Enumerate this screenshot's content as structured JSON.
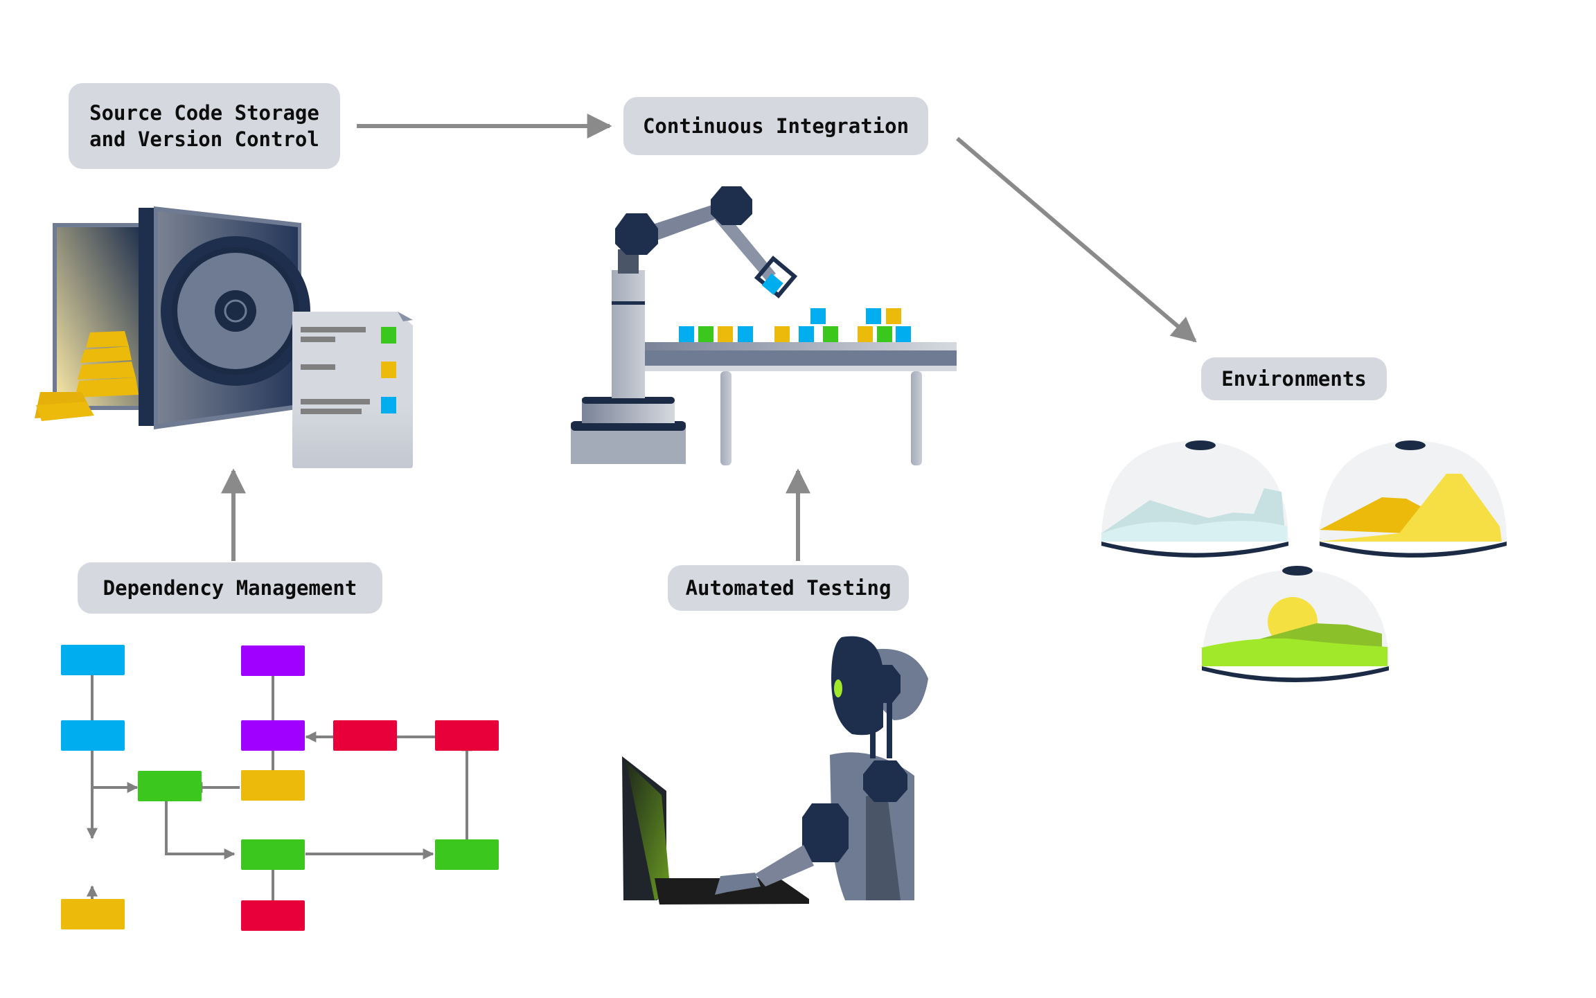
{
  "labels": {
    "source_control": "Source Code Storage\nand Version Control",
    "continuous_integration": "Continuous Integration",
    "environments": "Environments",
    "dependency_management": "Dependency Management",
    "automated_testing": "Automated Testing"
  },
  "colors": {
    "label_bg": "#d5d9df",
    "arrow": "#8a8a8a",
    "navy": "#1e2f4d",
    "steel": "#6f7b92",
    "blue": "#00adee",
    "green": "#3cc71f",
    "yellow": "#ebba0b",
    "purple": "#a000ff",
    "red": "#e8003a"
  },
  "flow": [
    {
      "from": "source_control",
      "to": "continuous_integration"
    },
    {
      "from": "continuous_integration",
      "to": "environments"
    },
    {
      "from": "dependency_management",
      "to": "source_control"
    },
    {
      "from": "automated_testing",
      "to": "continuous_integration"
    }
  ],
  "dependency_graph": {
    "nodes": [
      {
        "id": "n1",
        "color": "blue"
      },
      {
        "id": "n2",
        "color": "blue"
      },
      {
        "id": "n3",
        "color": "purple"
      },
      {
        "id": "n4",
        "color": "purple"
      },
      {
        "id": "n5",
        "color": "red"
      },
      {
        "id": "n6",
        "color": "red"
      },
      {
        "id": "n7",
        "color": "green"
      },
      {
        "id": "n8",
        "color": "yellow"
      },
      {
        "id": "n9",
        "color": "green"
      },
      {
        "id": "n10",
        "color": "green"
      },
      {
        "id": "n11",
        "color": "yellow"
      },
      {
        "id": "n12",
        "color": "red"
      }
    ],
    "edges": [
      [
        "n1",
        "n2"
      ],
      [
        "n3",
        "n4"
      ],
      [
        "n6",
        "n5"
      ],
      [
        "n5",
        "n4"
      ],
      [
        "n4",
        "n8"
      ],
      [
        "n8",
        "n7"
      ],
      [
        "n2",
        "n7"
      ],
      [
        "n2",
        "n11"
      ],
      [
        "n7",
        "n9"
      ],
      [
        "n9",
        "n10"
      ],
      [
        "n10",
        "n6"
      ],
      [
        "n9",
        "n12"
      ],
      [
        "n11",
        "n2"
      ]
    ]
  },
  "environments": [
    {
      "name": "snow-mountains"
    },
    {
      "name": "desert-dunes"
    },
    {
      "name": "green-hills-sunrise"
    }
  ],
  "document_items": [
    "green",
    "yellow",
    "blue"
  ]
}
